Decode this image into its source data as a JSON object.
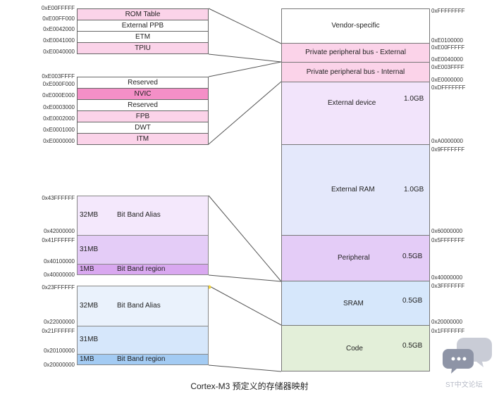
{
  "ppb_external_table": {
    "rows": [
      {
        "label": "ROM Table",
        "addr": "0xE00FFFFF",
        "color": "#fbd3e9"
      },
      {
        "label": "External PPB",
        "addr": "0xE00FF000",
        "color": "#ffffff"
      },
      {
        "label": "ETM",
        "addr": "0xE0042000",
        "color": "#ffffff"
      },
      {
        "label": "TPIU",
        "addr": "0xE0041000",
        "color": "#fbd3e9"
      }
    ],
    "bottom_addr": "0xE0040000"
  },
  "ppb_internal_table": {
    "rows": [
      {
        "label": "Reserved",
        "addr": "0xE003FFFF",
        "color": "#ffffff"
      },
      {
        "label": "NVIC",
        "addr": "0xE000F000",
        "color": "#f48fc7"
      },
      {
        "label": "Reserved",
        "addr": "0xE000E000",
        "color": "#ffffff"
      },
      {
        "label": "FPB",
        "addr": "0xE0003000",
        "color": "#fbd3e9"
      },
      {
        "label": "DWT",
        "addr": "0xE0002000",
        "color": "#ffffff"
      },
      {
        "label": "ITM",
        "addr": "0xE0001000",
        "color": "#fbd3e9"
      }
    ],
    "bottom_addr": "0xE0000000"
  },
  "memory_map": {
    "blocks": [
      {
        "name": "Vendor-specific",
        "size": "",
        "color": "#ffffff",
        "top_addr": "0xFFFFFFFF"
      },
      {
        "name": "Private peripheral bus - External",
        "size": "",
        "color": "#fbd3e9",
        "top_addr": "0xE00FFFFF",
        "bottom_addr": "0xE0100000"
      },
      {
        "name": "Private peripheral bus - Internal",
        "size": "",
        "color": "#fbd3e9",
        "top_addr": "0xE003FFFF",
        "bottom_addr": "0xE0040000"
      },
      {
        "name": "External device",
        "size": "1.0GB",
        "color": "#f2e4fb",
        "top_addr": "0xDFFFFFFF",
        "bottom_addr": "0xE0000000"
      },
      {
        "name": "External RAM",
        "size": "1.0GB",
        "color": "#e4e8fb",
        "top_addr": "0x9FFFFFFF",
        "bottom_addr": "0xA0000000"
      },
      {
        "name": "Peripheral",
        "size": "0.5GB",
        "color": "#e4ccf7",
        "top_addr": "0x5FFFFFFF",
        "bottom_addr": "0x60000000"
      },
      {
        "name": "SRAM",
        "size": "0.5GB",
        "color": "#d6e7fb",
        "top_addr": "0x3FFFFFFF",
        "bottom_addr": "0x40000000"
      },
      {
        "name": "Code",
        "size": "0.5GB",
        "color": "#e3efd9",
        "top_addr": "0x1FFFFFFF",
        "bottom_addr": "0x20000000"
      }
    ]
  },
  "peripheral_bitband": {
    "alias_size": "32MB",
    "alias_label": "Bit Band Alias",
    "gap_size": "31MB",
    "region_size": "1MB",
    "region_label": "Bit Band region",
    "addr_top": "0x43FFFFFF",
    "addr_alias_bottom": "0x42000000",
    "addr_gap_top": "0x41FFFFFF",
    "addr_gap_bottom": "0x40100000",
    "addr_bottom": "0x40000000",
    "alias_color": "#f4e8fc",
    "gap_color": "#e4ccf7",
    "region_color": "#d9a8f0"
  },
  "sram_bitband": {
    "alias_size": "32MB",
    "alias_label": "Bit Band Alias",
    "gap_size": "31MB",
    "region_size": "1MB",
    "region_label": "Bit Band region",
    "addr_top": "0x23FFFFFF",
    "addr_alias_bottom": "0x22000000",
    "addr_gap_top": "0x21FFFFFF",
    "addr_gap_bottom": "0x20100000",
    "addr_bottom": "0x20000000",
    "alias_color": "#eaf2fc",
    "gap_color": "#d6e7fb",
    "region_color": "#a3cbf3"
  },
  "caption": "Cortex-M3 预定义的存储器映射",
  "watermark": "ST中文论坛"
}
